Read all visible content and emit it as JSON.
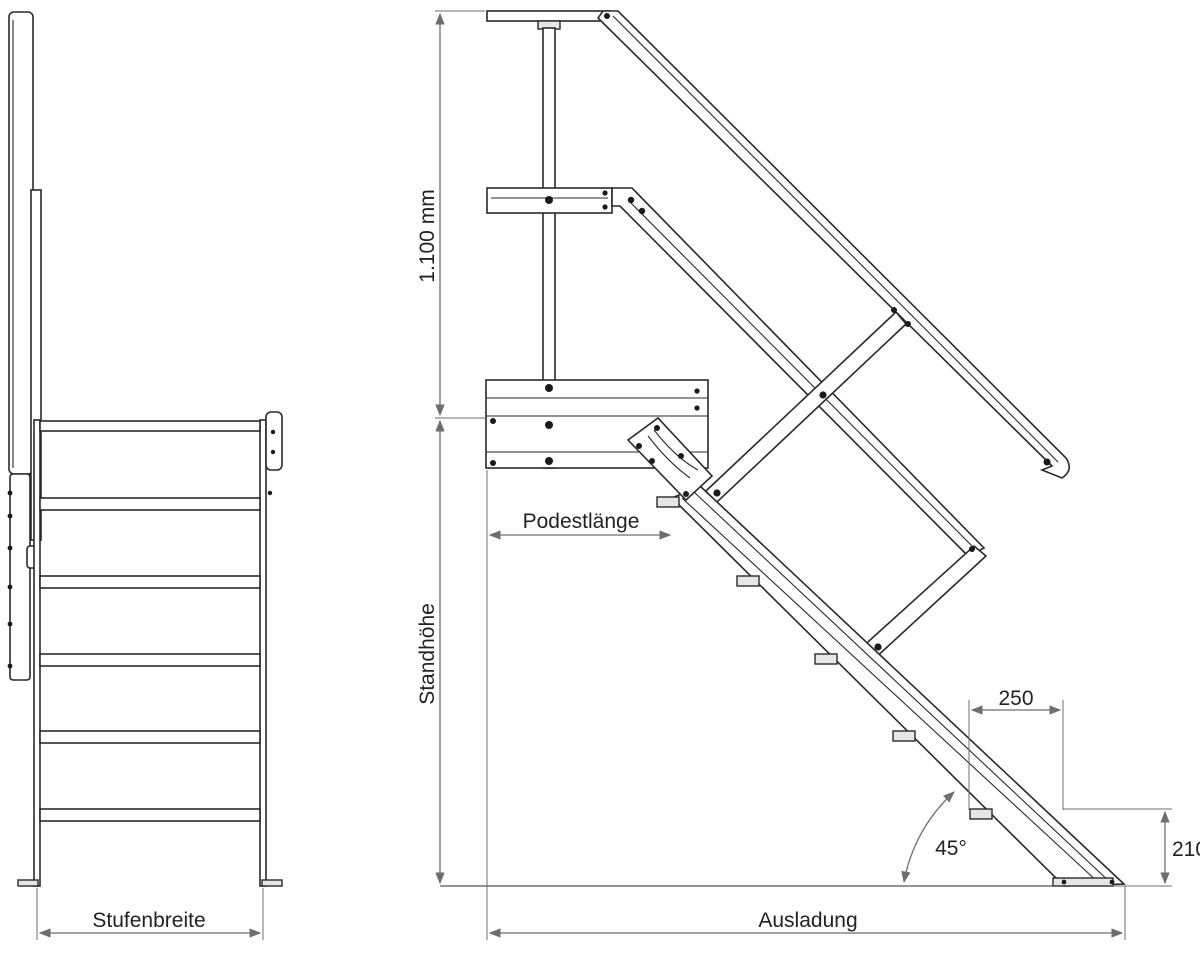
{
  "diagram": {
    "labels": {
      "height_1100": "1.100 mm",
      "standhoehe": "Standhöhe",
      "podestlaenge": "Podestlänge",
      "stufenbreite": "Stufenbreite",
      "ausladung": "Ausladung",
      "step_depth": "250",
      "step_rise": "210",
      "angle": "45°"
    }
  }
}
